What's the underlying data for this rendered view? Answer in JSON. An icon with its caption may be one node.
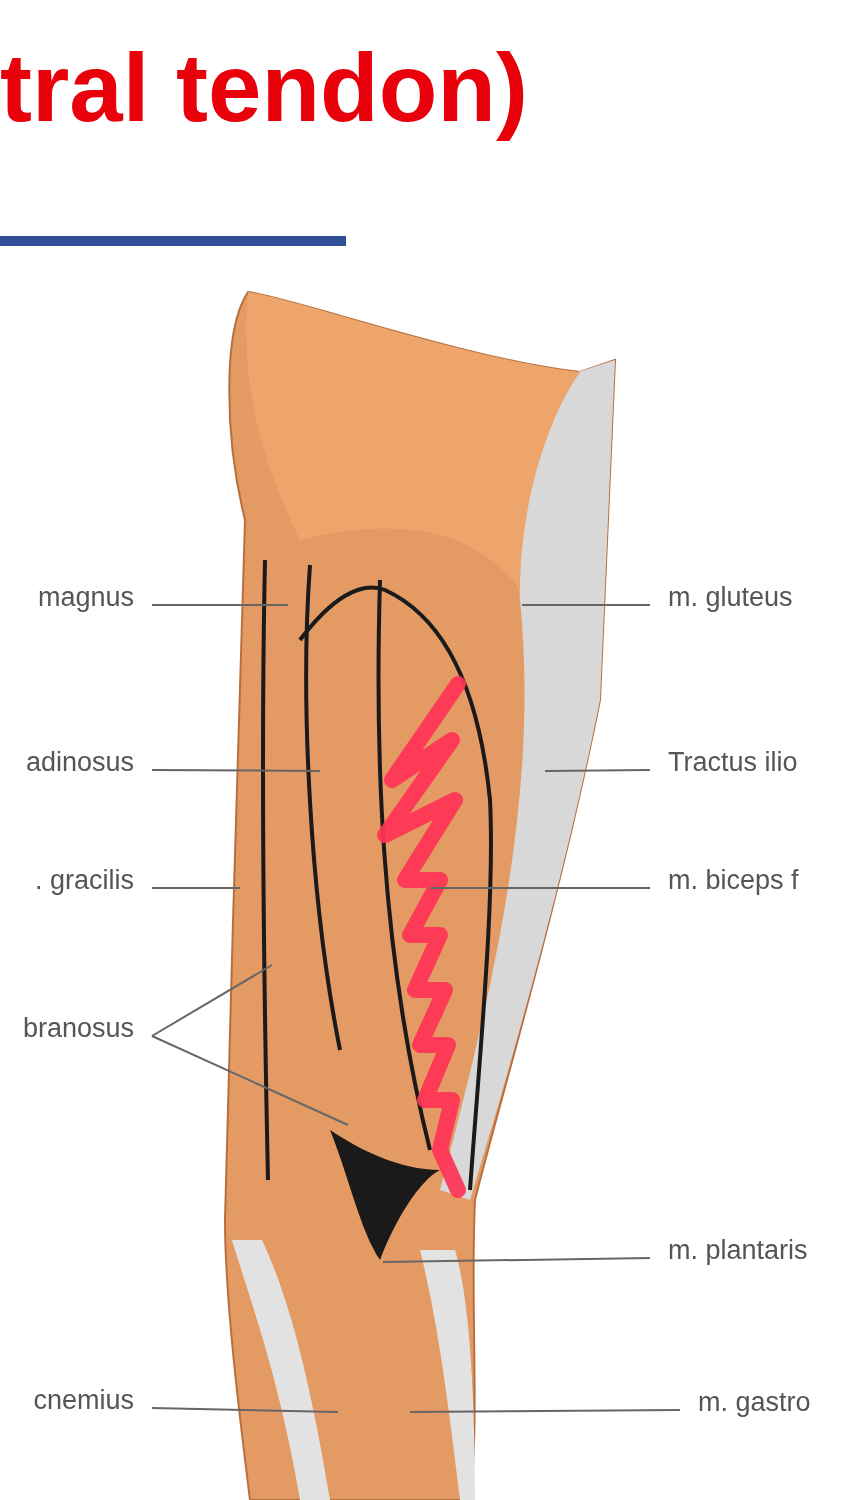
{
  "diagram": {
    "title": "tral tendon)",
    "nodes": [
      {
        "text": [
          "magnus"
        ]
      },
      {
        "text": [
          "adinosus"
        ]
      },
      {
        "text": [
          ". gracilis"
        ]
      },
      {
        "text": [
          "branosus"
        ]
      },
      {
        "text": [
          "cnemius"
        ]
      },
      {
        "text": [
          "m. gluteus"
        ]
      },
      {
        "text": [
          "Tractus ilio"
        ]
      },
      {
        "text": [
          "m. biceps f"
        ]
      },
      {
        "text": [
          "m. plantaris"
        ]
      },
      {
        "text": [
          "m. gastro"
        ]
      }
    ],
    "edges": [
      {
        "from": 0,
        "to": null,
        "arrow": "none"
      },
      {
        "from": 1,
        "to": null,
        "arrow": "none"
      },
      {
        "from": 2,
        "to": null,
        "arrow": "none"
      },
      {
        "from": 3,
        "to": null,
        "arrow": "none"
      },
      {
        "from": 3,
        "to": null,
        "arrow": "none"
      },
      {
        "from": 4,
        "to": null,
        "arrow": "none"
      },
      {
        "from": 5,
        "to": null,
        "arrow": "none"
      },
      {
        "from": 6,
        "to": null,
        "arrow": "none"
      },
      {
        "from": 7,
        "to": null,
        "arrow": "none"
      },
      {
        "from": 8,
        "to": null,
        "arrow": "none"
      },
      {
        "from": 9,
        "to": null,
        "arrow": "none"
      }
    ]
  }
}
